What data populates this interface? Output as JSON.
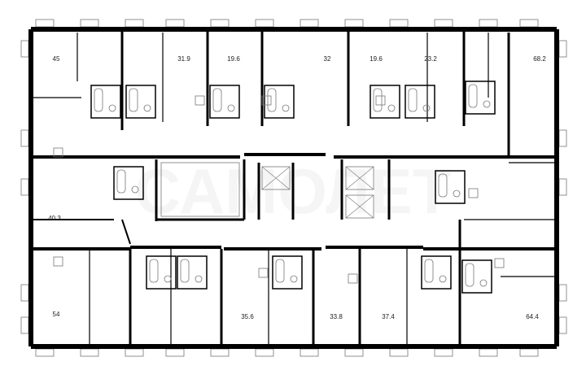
{
  "floor_plan": {
    "watermark": "САМОЛЕТ",
    "wall_color": "#000000",
    "fixture_color": "#777777",
    "apartments": [
      {
        "area": "45"
      },
      {
        "area": "31.9"
      },
      {
        "area": "19.6"
      },
      {
        "area": "32"
      },
      {
        "area": "19.6"
      },
      {
        "area": "23.2"
      },
      {
        "area": "68.2"
      },
      {
        "area": "40.3"
      },
      {
        "area": "54"
      },
      {
        "area": "35.6"
      },
      {
        "area": "33.8"
      },
      {
        "area": "37.4"
      },
      {
        "area": "64.4"
      }
    ]
  }
}
